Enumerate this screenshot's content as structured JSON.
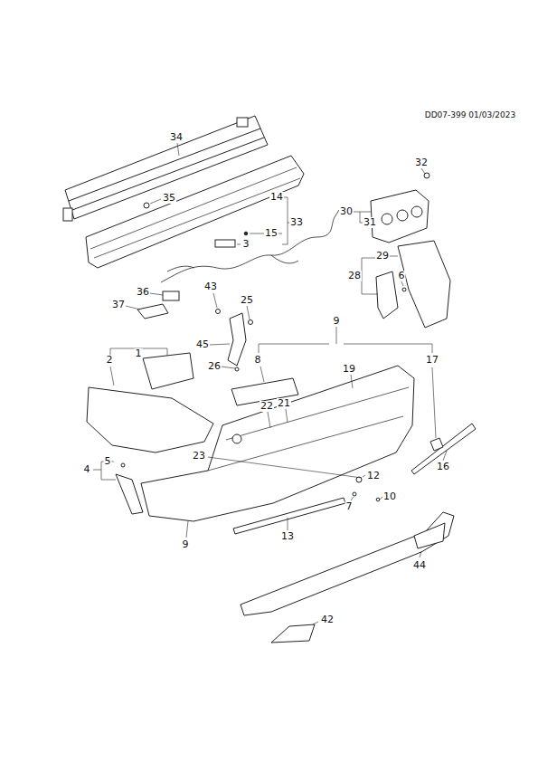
{
  "diagram": {
    "labels": [
      "DD07-399 01/03/2023",
      "34",
      "32",
      "35",
      "14",
      "30",
      "31",
      "33",
      "15",
      "3",
      "29",
      "28",
      "6",
      "36",
      "43",
      "25",
      "37",
      "1",
      "45",
      "9",
      "26",
      "8",
      "17",
      "2",
      "19",
      "21",
      "22",
      "5",
      "4",
      "23",
      "12",
      "16",
      "7",
      "10",
      "9",
      "13",
      "44",
      "42"
    ]
  }
}
